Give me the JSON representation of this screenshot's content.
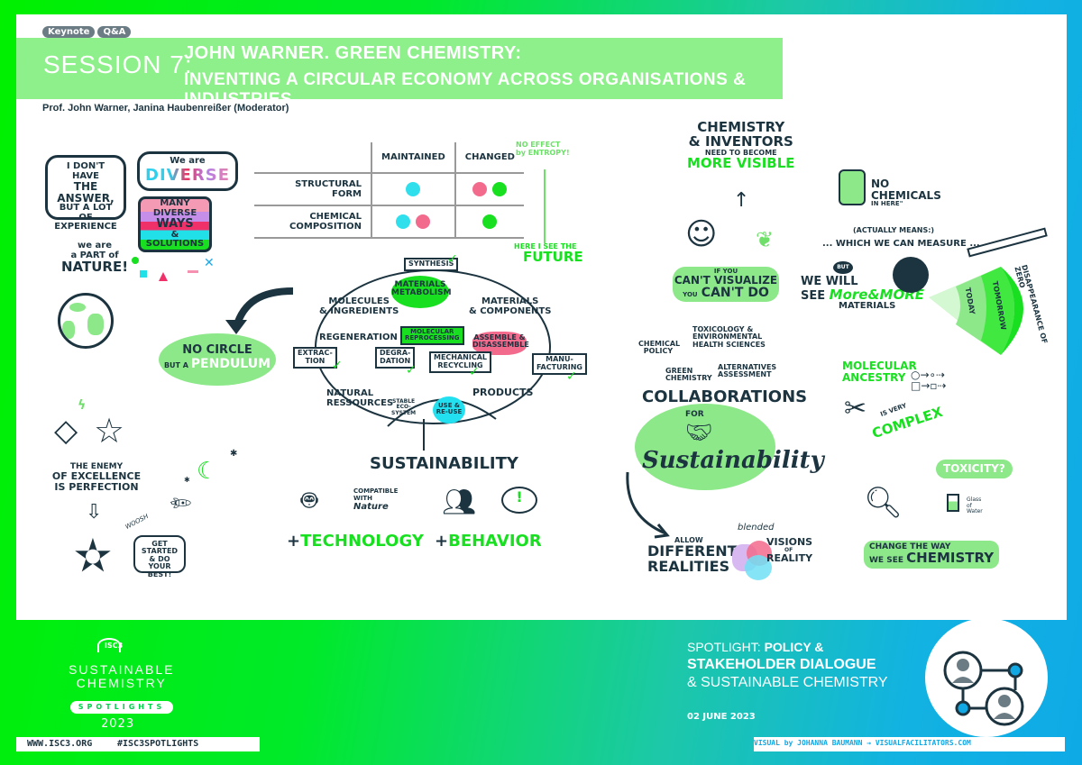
{
  "header": {
    "tags": [
      "Keynote",
      "Q&A"
    ],
    "session_label": "SESSION 7:",
    "title_line1": "JOHN WARNER. GREEN CHEMISTRY:",
    "title_line2": "INVENTING A CIRCULAR ECONOMY ACROSS ORGANISATIONS & INDUSTRIES",
    "speakers": "Prof. John Warner, Janina Haubenreißer (Moderator)"
  },
  "left_column": {
    "answer_bubble": [
      "I DON'T HAVE",
      "THE ANSWER,",
      "BUT A LOT OF",
      "EXPERIENCE"
    ],
    "diverse_bubble": {
      "pre": "We are",
      "word": "DIVERSE"
    },
    "diverse_ways": [
      "MANY",
      "DIVERSE",
      "WAYS",
      "& SOLUTIONS"
    ],
    "nature": [
      "we are",
      "a PART of",
      "NATURE!"
    ],
    "pendulum": {
      "line1": "NO CIRCLE",
      "pre": "BUT A",
      "word": "PENDULUM"
    },
    "enemy": [
      "THE ENEMY",
      "of EXCELLENCE",
      "is PERFECTION"
    ],
    "whoosh": "WOOSH",
    "get_started": [
      "GET STARTED",
      "& DO YOUR",
      "BEST!"
    ]
  },
  "matrix": {
    "columns": [
      "MAINTAINED",
      "CHANGED"
    ],
    "rows": [
      {
        "label": "STRUCTURAL FORM",
        "maintained": [
          "cyan"
        ],
        "changed": [
          "pink",
          "green"
        ]
      },
      {
        "label": "CHEMICAL COMPOSITION",
        "maintained": [
          "cyan",
          "pink"
        ],
        "changed": [
          "green"
        ]
      }
    ],
    "note": [
      "NO EFFECT",
      "by ENTROPY!"
    ],
    "dot_colors": {
      "cyan": "#2fe0ec",
      "pink": "#f26a8c",
      "green": "#18e020"
    }
  },
  "cycle": {
    "future_note": [
      "HERE I SEE THE",
      "FUTURE"
    ],
    "synthesis": "SYNTHESIS",
    "materials_metabolism": [
      "MATERIALS",
      "METABOLISM"
    ],
    "molecules": [
      "MOLECULES",
      "& INGREDIENTS"
    ],
    "materials_components": [
      "MATERIALS",
      "& COMPONENTS"
    ],
    "regeneration": "REGENERATION",
    "molecular_reprocessing": [
      "MOLECULAR",
      "REPROCESSING"
    ],
    "assemble": [
      "ASSEMBLE &",
      "DISASSEMBLE"
    ],
    "extraction": [
      "EXTRAC-",
      "TION"
    ],
    "degradation": [
      "DEGRA-",
      "DATION"
    ],
    "mechanical_recycling": [
      "MECHANICAL",
      "RECYCLING"
    ],
    "manufacturing": [
      "MANU-",
      "FACTURING"
    ],
    "natural_resources": [
      "NATURAL",
      "RESSOURCES"
    ],
    "stable_ecosystem": [
      "STABLE",
      "ECO-",
      "SYSTEM"
    ],
    "use_reuse": [
      "USE &",
      "RE-USE"
    ],
    "products": "PRODUCTS"
  },
  "sustainability": {
    "title": "SUSTAINABILITY",
    "compatible": [
      "COMPATIBLE",
      "WITH",
      "Nature"
    ],
    "technology": "TECHNOLOGY",
    "behavior": "BEHAVIOR",
    "plus": "+"
  },
  "right_column": {
    "chem_inventors": [
      "CHEMISTRY",
      "& INVENTORS"
    ],
    "need_to": "NEED TO BECOME",
    "more_visible": "MORE VISIBLE",
    "visualize": {
      "pre": "IF YOU",
      "line1": "CAN'T VISUALIZE",
      "pre2": "YOU",
      "line2": "CAN'T DO"
    },
    "no_chemicals": [
      "NO",
      "CHEMICALS",
      "IN HERE\""
    ],
    "actually": "(ACTUALLY MEANS:)",
    "measure": "... WHICH WE CAN MEASURE ...",
    "but": "BUT",
    "we_will": [
      "WE WILL",
      "SEE"
    ],
    "more_more": "More&MORE",
    "materials": "MATERIALS",
    "timeline": [
      "TODAY",
      "TOMORROW",
      "DISAPPEARANCE OF ZERO"
    ],
    "collab_inputs": [
      "CHEMICAL POLICY",
      "TOXICOLOGY & ENVIRONMENTAL HEALTH SCIENCES",
      "GREEN CHEMISTRY",
      "ALTERNATIVES ASSESSMENT"
    ],
    "collaborations": "COLLABORATIONS",
    "for": "FOR",
    "sustainability_script": "Sustainability",
    "molecular_ancestry": [
      "MOLECULAR",
      "ANCESTRY"
    ],
    "is_very": "IS VERY",
    "complex": "COMPLEX",
    "toxicity": "TOXICITY?",
    "glass": [
      "Glass",
      "of",
      "Water"
    ],
    "change_way": [
      "CHANGE THE WAY",
      "WE SEE"
    ],
    "chemistry": "CHEMISTRY",
    "allow": "ALLOW",
    "different_realities": [
      "DIFFERENT",
      "REALITIES"
    ],
    "blended": "blended",
    "visions": [
      "VISIONS",
      "OF",
      "REALITY"
    ]
  },
  "footer": {
    "logo": "ISC3",
    "brand": [
      "SUSTAINABLE",
      "CHEMISTRY"
    ],
    "spotlights": "SPOTLIGHTS",
    "year": "2023",
    "website": "WWW.ISC3.ORG",
    "hashtag": "#ISC3SPOTLIGHTS",
    "spotlight_pre": "SPOTLIGHT:",
    "spotlight_bold1": "POLICY &",
    "spotlight_bold2": "STAKEHOLDER DIALOGUE",
    "spotlight_rest": "& SUSTAINABLE CHEMISTRY",
    "date": "02 JUNE 2023",
    "credit": "VISUAL by JOHANNA BAUMANN → VISUALFACILITATORS.COM"
  }
}
